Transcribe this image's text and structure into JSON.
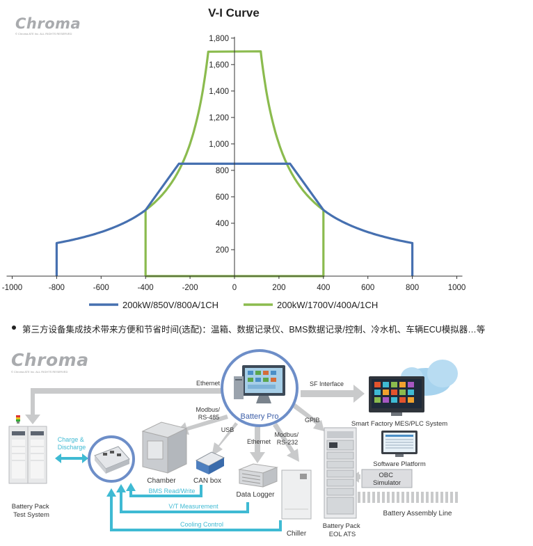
{
  "logo_top": {
    "brand": "Chroma",
    "rights": "© Chroma ATE Inc. ALL RIGHTS RESERVED"
  },
  "logo_bottom": {
    "brand": "Chroma",
    "rights": "© Chroma ATE Inc. ALL RIGHTS RESERVED"
  },
  "chart_data": {
    "type": "line",
    "title": "V-I Curve",
    "xlabel": "",
    "ylabel": "",
    "xlim": [
      -1000,
      1000
    ],
    "ylim": [
      0,
      1800
    ],
    "x_ticks": [
      -1000,
      -800,
      -600,
      -400,
      -200,
      0,
      200,
      400,
      600,
      800,
      1000
    ],
    "x_tick_labels": [
      "-1000",
      "-800",
      "-600",
      "-400",
      "-200",
      "0",
      "200",
      "400",
      "600",
      "800",
      "1000"
    ],
    "y_ticks": [
      200,
      400,
      600,
      800,
      1000,
      1200,
      1400,
      1600,
      1800
    ],
    "y_tick_labels": [
      "200",
      "400",
      "600",
      "800",
      "1,000",
      "1,200",
      "1,400",
      "1,600",
      "1,800"
    ],
    "grid": false,
    "legend_position": "bottom",
    "series": [
      {
        "name": "200kW/850V/800A/1CH",
        "color": "#4670b0",
        "x": [
          -800,
          -800,
          -750,
          -600,
          -400,
          -250,
          250,
          400,
          600,
          750,
          800,
          800
        ],
        "y": [
          0,
          250,
          267,
          333,
          500,
          850,
          850,
          500,
          333,
          267,
          250,
          0
        ]
      },
      {
        "name": "200kW/1700V/400A/1CH",
        "color": "#8bbb4e",
        "x": [
          -400,
          -400,
          -300,
          -200,
          -118,
          118,
          200,
          300,
          400,
          400,
          -400
        ],
        "y": [
          0,
          500,
          667,
          1000,
          1700,
          1700,
          1000,
          667,
          500,
          0,
          0
        ]
      }
    ]
  },
  "bullet": {
    "text": "第三方设备集成技术带来方便和节省时间(选配)：温箱、数据记录仪、BMS数据记录/控制、冷水机、车辆ECU模拟器…等"
  },
  "diagram": {
    "nodes": {
      "battery_pro": "Battery Pro",
      "test_system": "Battery Pack\nTest System",
      "chamber": "Chamber",
      "can_box": "CAN box",
      "data_logger": "Data Logger",
      "chiller": "Chiller",
      "eol_ats": "Battery Pack\nEOL ATS",
      "mes": "Smart Factory MES/PLC System",
      "software_platform": "Software Platform",
      "obc": "OBC\nSimulator",
      "assembly_line": "Battery Assembly Line"
    },
    "links": {
      "ethernet_top": "Ethernet",
      "sf_interface": "SF Interface",
      "modbus_rs485": "Modbus/\nRS-485",
      "usb": "USB",
      "ethernet_mid": "Ethernet",
      "modbus_rs232": "Modbus/\nRS-232",
      "gpib": "GPIB",
      "charge_discharge": "Charge &\nDischarge",
      "bms_rw": "BMS Read/Write",
      "vt_measurement": "V/T Measurement",
      "cooling_control": "Cooling Control"
    },
    "colors": {
      "gray_arrow": "#c9cacb",
      "cyan_arrow": "#3fbad3",
      "ring": "#6d8ec8",
      "label": "#333333"
    }
  }
}
